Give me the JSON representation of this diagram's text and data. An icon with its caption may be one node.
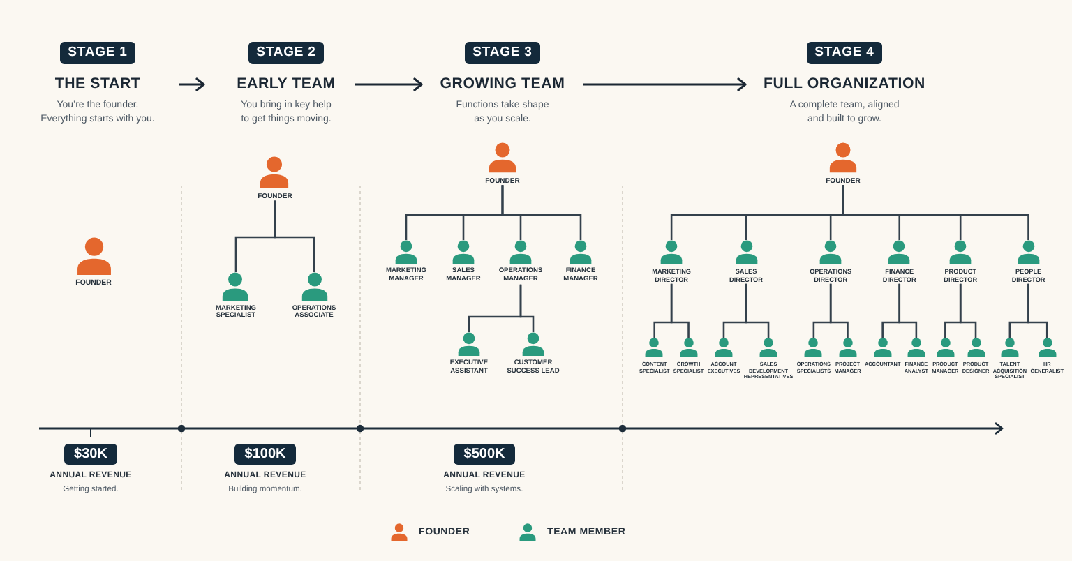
{
  "diagram": {
    "nodes": [
      {
        "text": [
          "STAGE 1",
          "THE START",
          "You’re the founder. Everything starts with you."
        ]
      },
      {
        "text": [
          "STAGE 2",
          "EARLY TEAM",
          "You bring in key help to get things moving."
        ]
      },
      {
        "text": [
          "STAGE 3",
          "GROWING TEAM",
          "Functions take shape as you scale."
        ]
      },
      {
        "text": [
          "STAGE 4",
          "FULL ORGANIZATION",
          "A complete team, aligned and built to grow."
        ]
      },
      {
        "text": [
          "FOUNDER"
        ]
      },
      {
        "text": [
          "FOUNDER"
        ]
      },
      {
        "text": [
          "MARKETING SPECIALIST"
        ]
      },
      {
        "text": [
          "OPERATIONS ASSOCIATE"
        ]
      },
      {
        "text": [
          "FOUNDER"
        ]
      },
      {
        "text": [
          "MARKETING MANAGER"
        ]
      },
      {
        "text": [
          "SALES MANAGER"
        ]
      },
      {
        "text": [
          "OPERATIONS MANAGER"
        ]
      },
      {
        "text": [
          "FINANCE MANAGER"
        ]
      },
      {
        "text": [
          "EXECUTIVE ASSISTANT"
        ]
      },
      {
        "text": [
          "CUSTOMER SUCCESS LEAD"
        ]
      },
      {
        "text": [
          "FOUNDER"
        ]
      },
      {
        "text": [
          "MARKETING DIRECTOR"
        ]
      },
      {
        "text": [
          "SALES DIRECTOR"
        ]
      },
      {
        "text": [
          "OPERATIONS DIRECTOR"
        ]
      },
      {
        "text": [
          "FINANCE DIRECTOR"
        ]
      },
      {
        "text": [
          "PRODUCT DIRECTOR"
        ]
      },
      {
        "text": [
          "PEOPLE DIRECTOR"
        ]
      },
      {
        "text": [
          "CONTENT SPECIALIST"
        ]
      },
      {
        "text": [
          "GROWTH SPECIALIST"
        ]
      },
      {
        "text": [
          "ACCOUNT EXECUTIVES"
        ]
      },
      {
        "text": [
          "SALES DEVELOPMENT REPRESENTATIVES"
        ]
      },
      {
        "text": [
          "OPERATIONS SPECIALISTS"
        ]
      },
      {
        "text": [
          "PROJECT MANAGER"
        ]
      },
      {
        "text": [
          "ACCOUNTANT"
        ]
      },
      {
        "text": [
          "FINANCE ANALYST"
        ]
      },
      {
        "text": [
          "PRODUCT MANAGER"
        ]
      },
      {
        "text": [
          "PRODUCT DESIGNER"
        ]
      },
      {
        "text": [
          "TALENT ACQUISITION SPECIALIST"
        ]
      },
      {
        "text": [
          "HR GENERALIST"
        ]
      },
      {
        "text": [
          "$30K"
        ],
        "beside": [
          "ANNUAL REVENUE",
          "Getting started."
        ]
      },
      {
        "text": [
          "$100K"
        ],
        "beside": [
          "ANNUAL REVENUE",
          "Building momentum."
        ]
      },
      {
        "text": [
          "$500K"
        ],
        "beside": [
          "ANNUAL REVENUE",
          "Scaling with systems."
        ]
      }
    ],
    "edges": [
      {
        "from": 0,
        "to": 1,
        "arrow": "to"
      },
      {
        "from": 1,
        "to": 2,
        "arrow": "to"
      },
      {
        "from": 2,
        "to": 3,
        "arrow": "to"
      },
      {
        "from": 5,
        "to": 6,
        "arrow": "none"
      },
      {
        "from": 5,
        "to": 7,
        "arrow": "none"
      },
      {
        "from": 8,
        "to": 9,
        "arrow": "none"
      },
      {
        "from": 8,
        "to": 10,
        "arrow": "none"
      },
      {
        "from": 8,
        "to": 11,
        "arrow": "none"
      },
      {
        "from": 8,
        "to": 12,
        "arrow": "none"
      },
      {
        "from": 11,
        "to": 13,
        "arrow": "none"
      },
      {
        "from": 11,
        "to": 14,
        "arrow": "none"
      },
      {
        "from": 15,
        "to": 16,
        "arrow": "none"
      },
      {
        "from": 15,
        "to": 17,
        "arrow": "none"
      },
      {
        "from": 15,
        "to": 18,
        "arrow": "none"
      },
      {
        "from": 15,
        "to": 19,
        "arrow": "none"
      },
      {
        "from": 15,
        "to": 20,
        "arrow": "none"
      },
      {
        "from": 15,
        "to": 21,
        "arrow": "none"
      },
      {
        "from": 16,
        "to": 22,
        "arrow": "none"
      },
      {
        "from": 16,
        "to": 23,
        "arrow": "none"
      },
      {
        "from": 17,
        "to": 24,
        "arrow": "none"
      },
      {
        "from": 17,
        "to": 25,
        "arrow": "none"
      },
      {
        "from": 18,
        "to": 26,
        "arrow": "none"
      },
      {
        "from": 18,
        "to": 27,
        "arrow": "none"
      },
      {
        "from": 19,
        "to": 28,
        "arrow": "none"
      },
      {
        "from": 19,
        "to": 29,
        "arrow": "none"
      },
      {
        "from": 20,
        "to": 30,
        "arrow": "none"
      },
      {
        "from": 20,
        "to": 31,
        "arrow": "none"
      },
      {
        "from": 21,
        "to": 32,
        "arrow": "none"
      },
      {
        "from": 21,
        "to": 33,
        "arrow": "none"
      }
    ],
    "legend": [
      {
        "text": "FOUNDER",
        "color": "#e4672d"
      },
      {
        "text": "TEAM MEMBER",
        "color": "#2a9a7e"
      }
    ]
  }
}
